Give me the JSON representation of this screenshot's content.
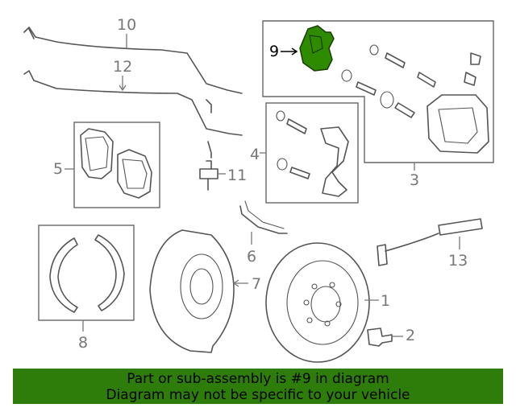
{
  "callouts": {
    "c1": "1",
    "c2": "2",
    "c3": "3",
    "c4": "4",
    "c5": "5",
    "c6": "6",
    "c7": "7",
    "c8": "8",
    "c9": "9",
    "c10": "10",
    "c11": "11",
    "c12": "12",
    "c13": "13"
  },
  "highlight_color": "#2e8b00",
  "banner": {
    "line1": "Part or sub-assembly is #9 in diagram",
    "line2": "Diagram may not be specific to your vehicle",
    "background": "#2e7d0a"
  }
}
